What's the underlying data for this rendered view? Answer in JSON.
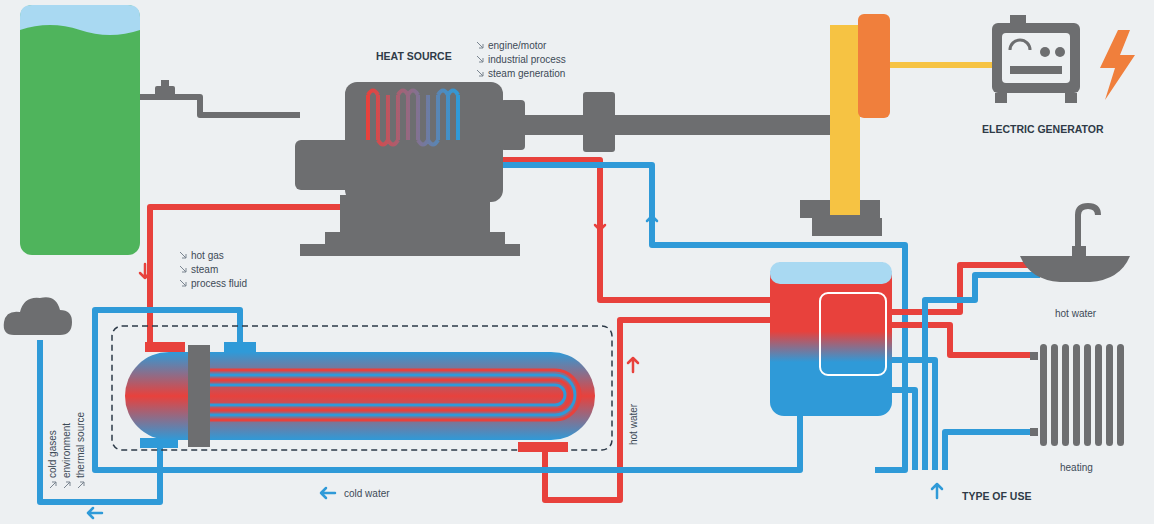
{
  "diagram": {
    "labels": [
      "HEAT SOURCE",
      "engine/motor",
      "industrial process",
      "steam generation",
      "ELECTRIC GENERATOR",
      "hot gas",
      "steam",
      "process fluid",
      "cold gases",
      "environment",
      "thermal source",
      "hot water",
      "cold water",
      "hot water",
      "heating",
      "TYPE OF USE"
    ]
  }
}
